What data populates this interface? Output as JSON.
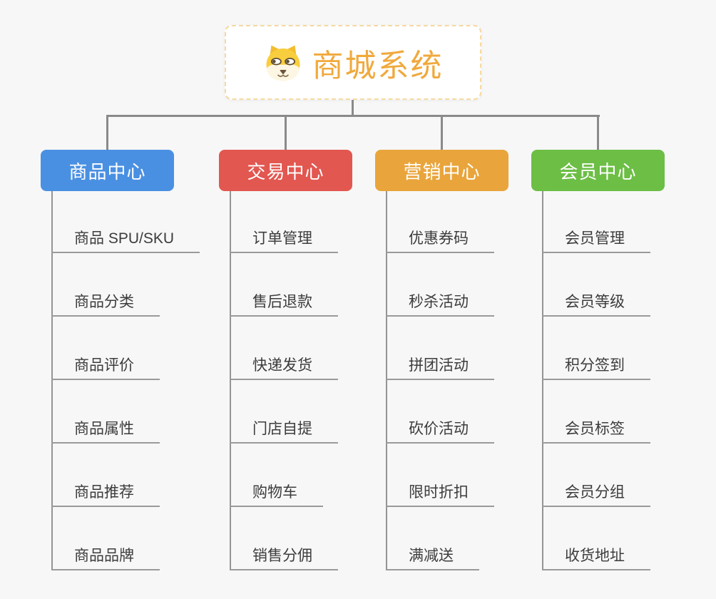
{
  "page": {
    "background": "#f7f7f7",
    "connector_color": "#8a8a8a",
    "underline_color": "#9a9a9a"
  },
  "root": {
    "title": "商城系统",
    "title_color": "#f0a93c",
    "border_color": "#f6d9a2",
    "icon": "dog-face-icon"
  },
  "branches": [
    {
      "label": "商品中心",
      "color": "#4a90e2",
      "items": [
        "商品 SPU/SKU",
        "商品分类",
        "商品评价",
        "商品属性",
        "商品推荐",
        "商品品牌"
      ]
    },
    {
      "label": "交易中心",
      "color": "#e25750",
      "items": [
        "订单管理",
        "售后退款",
        "快递发货",
        "门店自提",
        "购物车",
        "销售分佣"
      ]
    },
    {
      "label": "营销中心",
      "color": "#e9a53b",
      "items": [
        "优惠券码",
        "秒杀活动",
        "拼团活动",
        "砍价活动",
        "限时折扣",
        "满减送"
      ]
    },
    {
      "label": "会员中心",
      "color": "#6cbe45",
      "items": [
        "会员管理",
        "会员等级",
        "积分签到",
        "会员标签",
        "会员分组",
        "收货地址"
      ]
    }
  ]
}
